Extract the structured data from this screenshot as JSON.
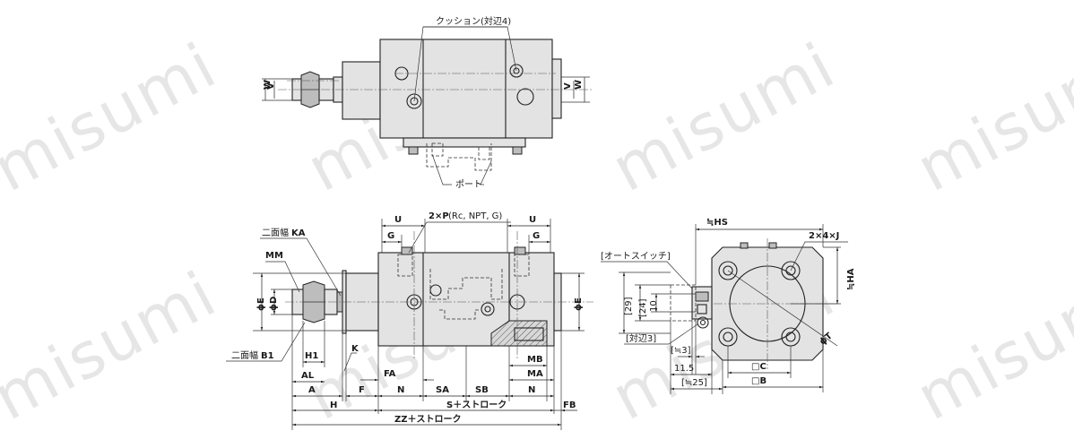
{
  "watermark": "misumi",
  "top_view": {
    "cushion_label": "クッション(対辺4)",
    "port_label": "ポート",
    "dim_W": "W",
    "dim_V": "V"
  },
  "front_view": {
    "dim_U": "U",
    "dim_G": "G",
    "port_spec_bold": "2×P",
    "port_spec_rest": "(Rc, NPT, G)",
    "flats_KA_prefix": "二面幅",
    "flats_KA": "KA",
    "dim_MM": "MM",
    "dim_oE": "ϕE",
    "dim_oD": "ϕD",
    "dim_H1": "H1",
    "dim_K": "K",
    "flats_B1_prefix": "二面幅",
    "flats_B1": "B1",
    "dim_AL": "AL",
    "dim_FA": "FA",
    "dim_A": "A",
    "dim_F": "F",
    "dim_N": "N",
    "dim_SA": "SA",
    "dim_SB": "SB",
    "dim_MB": "MB",
    "dim_MA": "MA",
    "dim_H": "H",
    "dim_S_stroke": "S＋ストローク",
    "dim_FB": "FB",
    "dim_ZZ_stroke": "ZZ＋ストローク"
  },
  "side_view": {
    "dim_HS": "≒HS",
    "hole_spec": "2×4×J",
    "auto_switch": "[オートスイッチ]",
    "dim_HA": "≒HA",
    "dim_29": "[29]",
    "dim_24": "[24]",
    "dim_10": "10",
    "flats_3": "[対辺3]",
    "dim_T": "ϕT",
    "dim_approx3": "[≒3]",
    "dim_11_5": "11.5",
    "dim_approx25": "[≒25]",
    "dim_C": "□C",
    "dim_B": "□B"
  }
}
